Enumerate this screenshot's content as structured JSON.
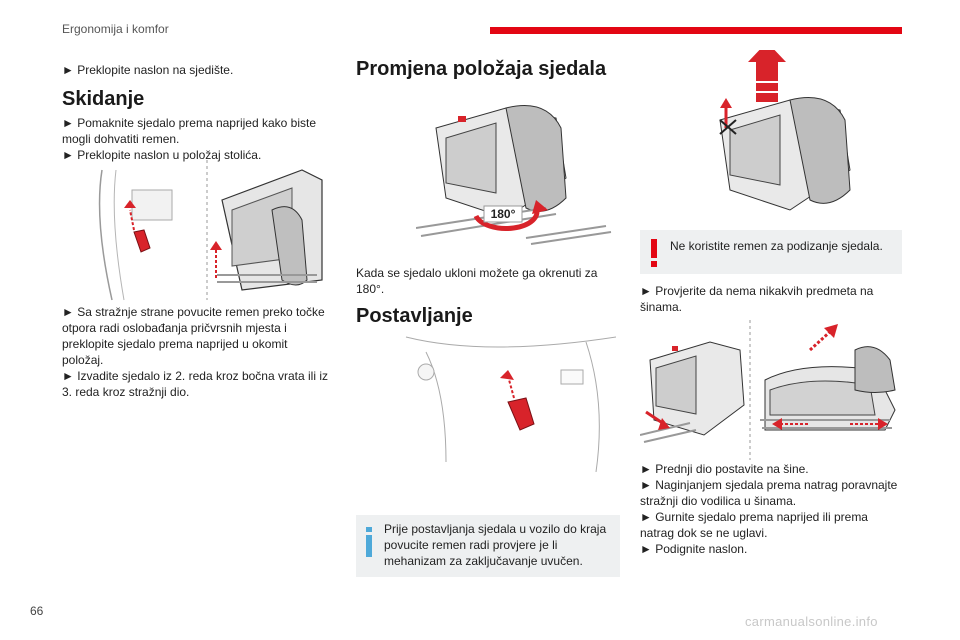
{
  "header": {
    "section_title": "Ergonomija i komfor",
    "accent_color": "#e30613"
  },
  "page_number": "66",
  "watermark": "carmanualsonline.info",
  "col1": {
    "p1": "► Preklopite naslon na sjedište.",
    "h_removal": "Skidanje",
    "removal_steps": [
      "► Pomaknite sjedalo prema naprijed kako biste mogli dohvatiti remen.",
      "► Preklopite naslon u položaj stolića."
    ],
    "after_steps": [
      "► Sa stražnje strane povucite remen preko točke otpora radi oslobađanja pričvrsnih mjesta i preklopite sjedalo prema naprijed u okomit položaj.",
      "► Izvadite sjedalo iz 2. reda kroz bočna vrata ili iz 3. reda kroz stražnji dio."
    ]
  },
  "col2": {
    "h_position": "Promjena položaja sjedala",
    "rotate_label": "180°",
    "rotate_text": "Kada se sjedalo ukloni možete ga okrenuti za 180°.",
    "h_install": "Postavljanje",
    "info_note": "Prije postavljanja sjedala u vozilo do kraja povucite remen radi provjere je li mehanizam za zaključavanje uvučen.",
    "info_icon": "info-icon"
  },
  "col3": {
    "warning_note": "Ne koristite remen za podizanje sjedala.",
    "warning_icon": "warning-exclamation-icon",
    "check_text": "► Provjerite da nema nikakvih predmeta na šinama.",
    "final_steps": [
      "► Prednji dio postavite na šine.",
      "► Naginjanjem sjedala prema natrag poravnajte stražnji dio vodilica u šinama.",
      "► Gurnite sjedalo prema naprijed ili prema natrag dok se ne uglavi.",
      "► Podignite naslon."
    ]
  },
  "colors": {
    "info_blue": "#4ea9d9",
    "warning_red": "#e30613",
    "notice_bg": "#eef0f1"
  }
}
